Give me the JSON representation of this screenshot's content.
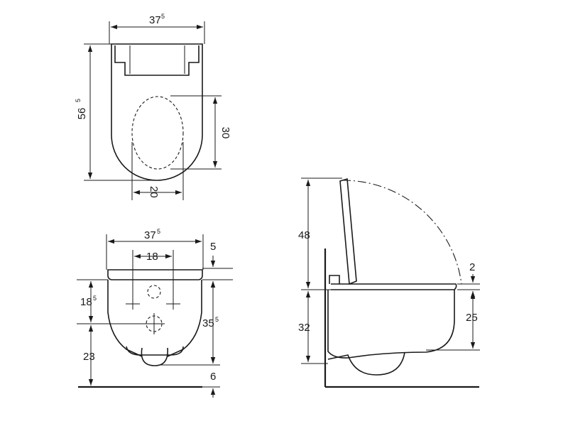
{
  "top_view": {
    "width_main": "37",
    "width_sup": "5",
    "length_main": "56",
    "length_sup": "5",
    "opening_height": "30",
    "opening_width": "20"
  },
  "front_view": {
    "width_main": "37",
    "width_sup": "5",
    "bolt_spacing": "18",
    "seat_thickness": "5",
    "upper_bolt_main": "18",
    "upper_bolt_sup": "5",
    "height_main": "35",
    "height_sup": "5",
    "floor_to_bolt": "23",
    "bottom_gap": "6"
  },
  "side_view": {
    "lid_height": "48",
    "seat_gap": "2",
    "bowl_height": "25",
    "mount_height": "32"
  }
}
